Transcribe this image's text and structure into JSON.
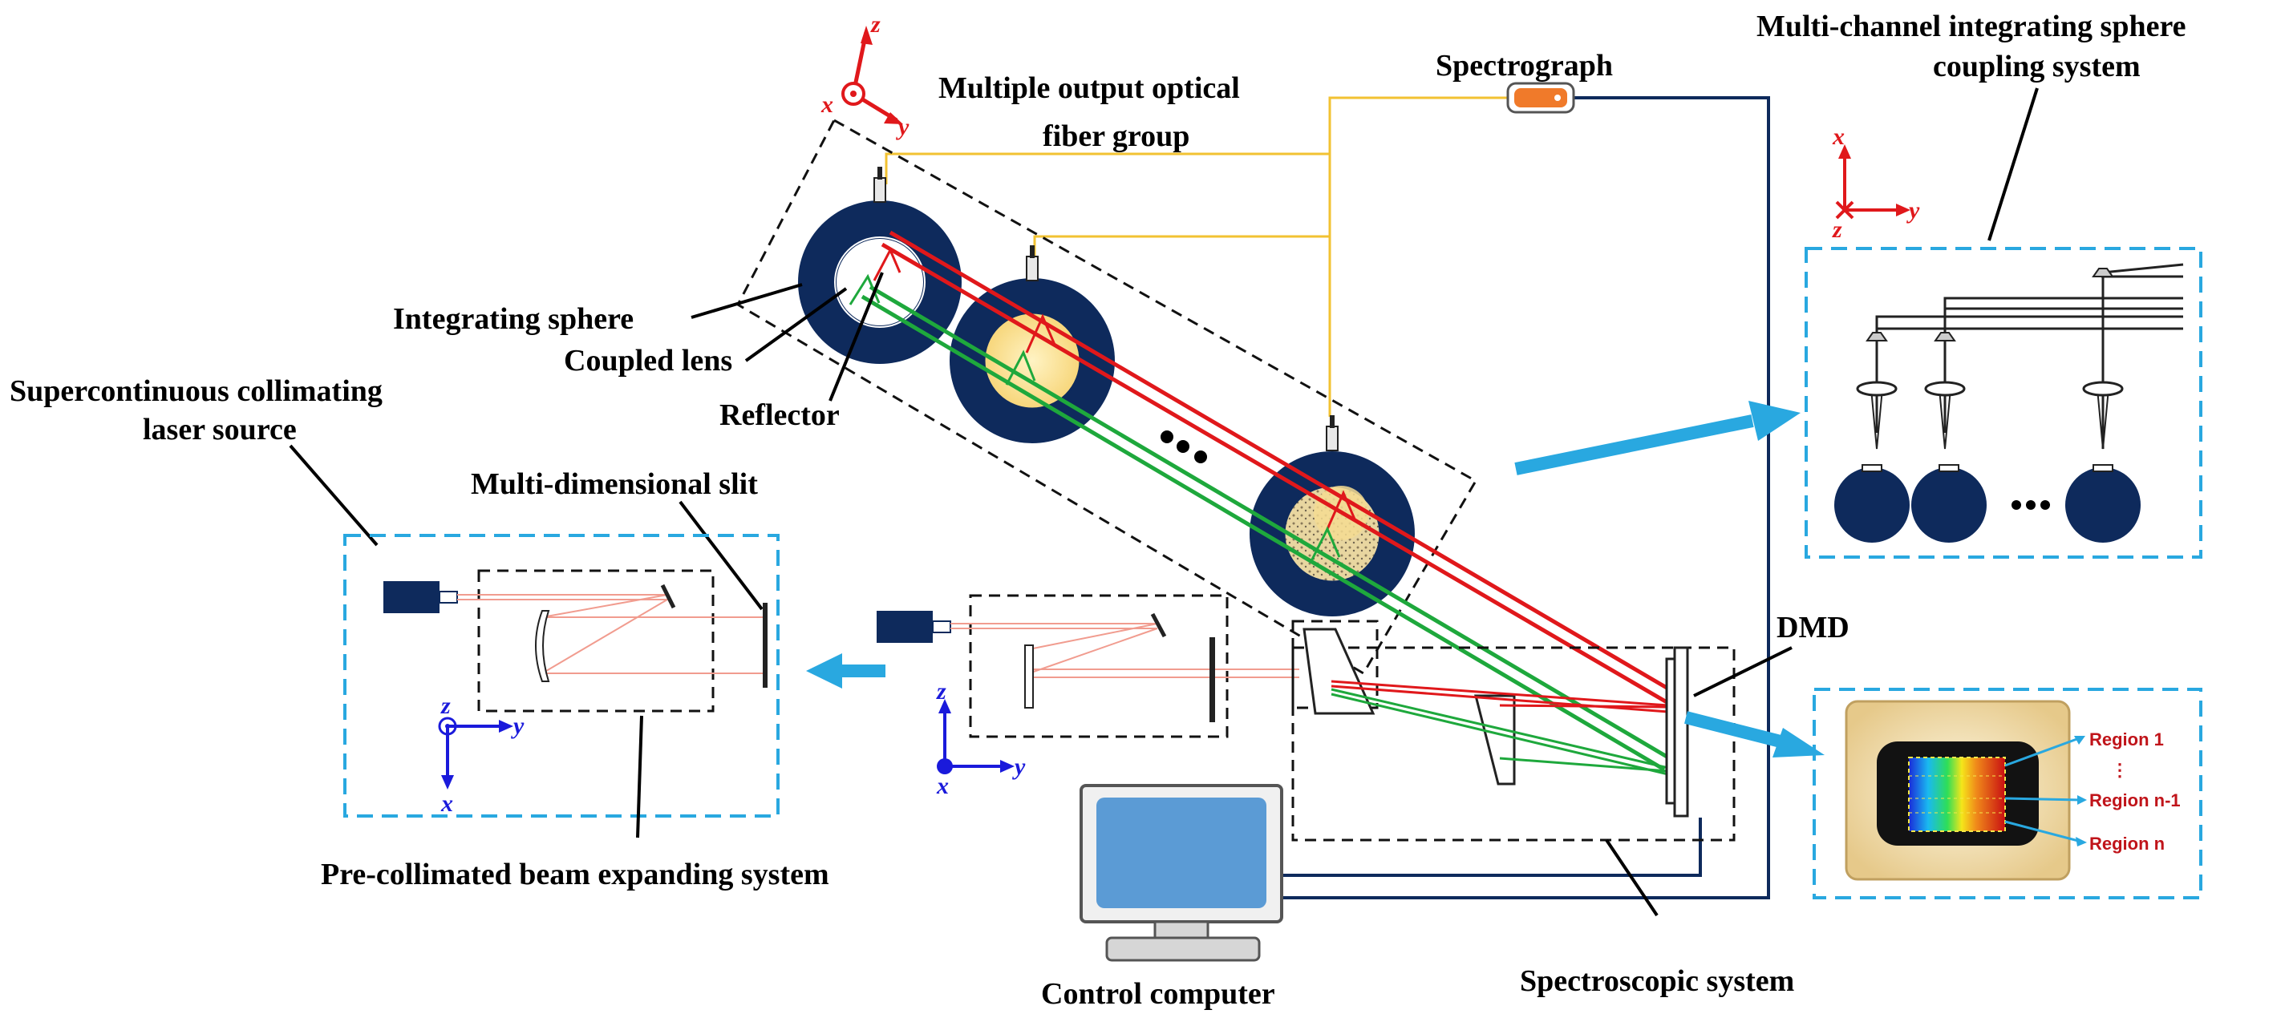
{
  "labels": {
    "spectrograph": "Spectrograph",
    "multi_channel_line1": "Multi-channel integrating sphere",
    "multi_channel_line2": "coupling system",
    "fiber_group_line1": "Multiple output optical",
    "fiber_group_line2": "fiber group",
    "integrating_sphere": "Integrating sphere",
    "coupled_lens": "Coupled lens",
    "reflector": "Reflector",
    "supercontinuous_line1": "Supercontinuous collimating",
    "supercontinuous_line2": "laser source",
    "multi_slit": "Multi-dimensional slit",
    "pre_collimated": "Pre-collimated beam expanding system",
    "dmd": "DMD",
    "control_computer": "Control computer",
    "spectroscopic_system": "Spectroscopic system",
    "ellipsis": "• • •"
  },
  "axes": {
    "top": {
      "x": "x",
      "y": "y",
      "z": "z"
    },
    "right": {
      "x": "x",
      "y": "y",
      "z": "z"
    },
    "left": {
      "y": "y",
      "z": "z",
      "x": "x"
    },
    "middle": {
      "y": "y",
      "z": "z",
      "x": "x"
    }
  },
  "regions": {
    "r1": "Region 1",
    "dots": "⋮",
    "rn1": "Region n-1",
    "rn": "Region n"
  },
  "colors": {
    "sphere_navy": "#0e2a5c",
    "red_beam": "#e0181b",
    "green_beam": "#1ea83c",
    "fiber_yellow": "#f2c232",
    "cable_navy": "#0e2a5c",
    "arrow_blue": "#29a8e0",
    "spectrograph_orange": "#f07a2a",
    "screen_blue": "#5b9bd5"
  }
}
